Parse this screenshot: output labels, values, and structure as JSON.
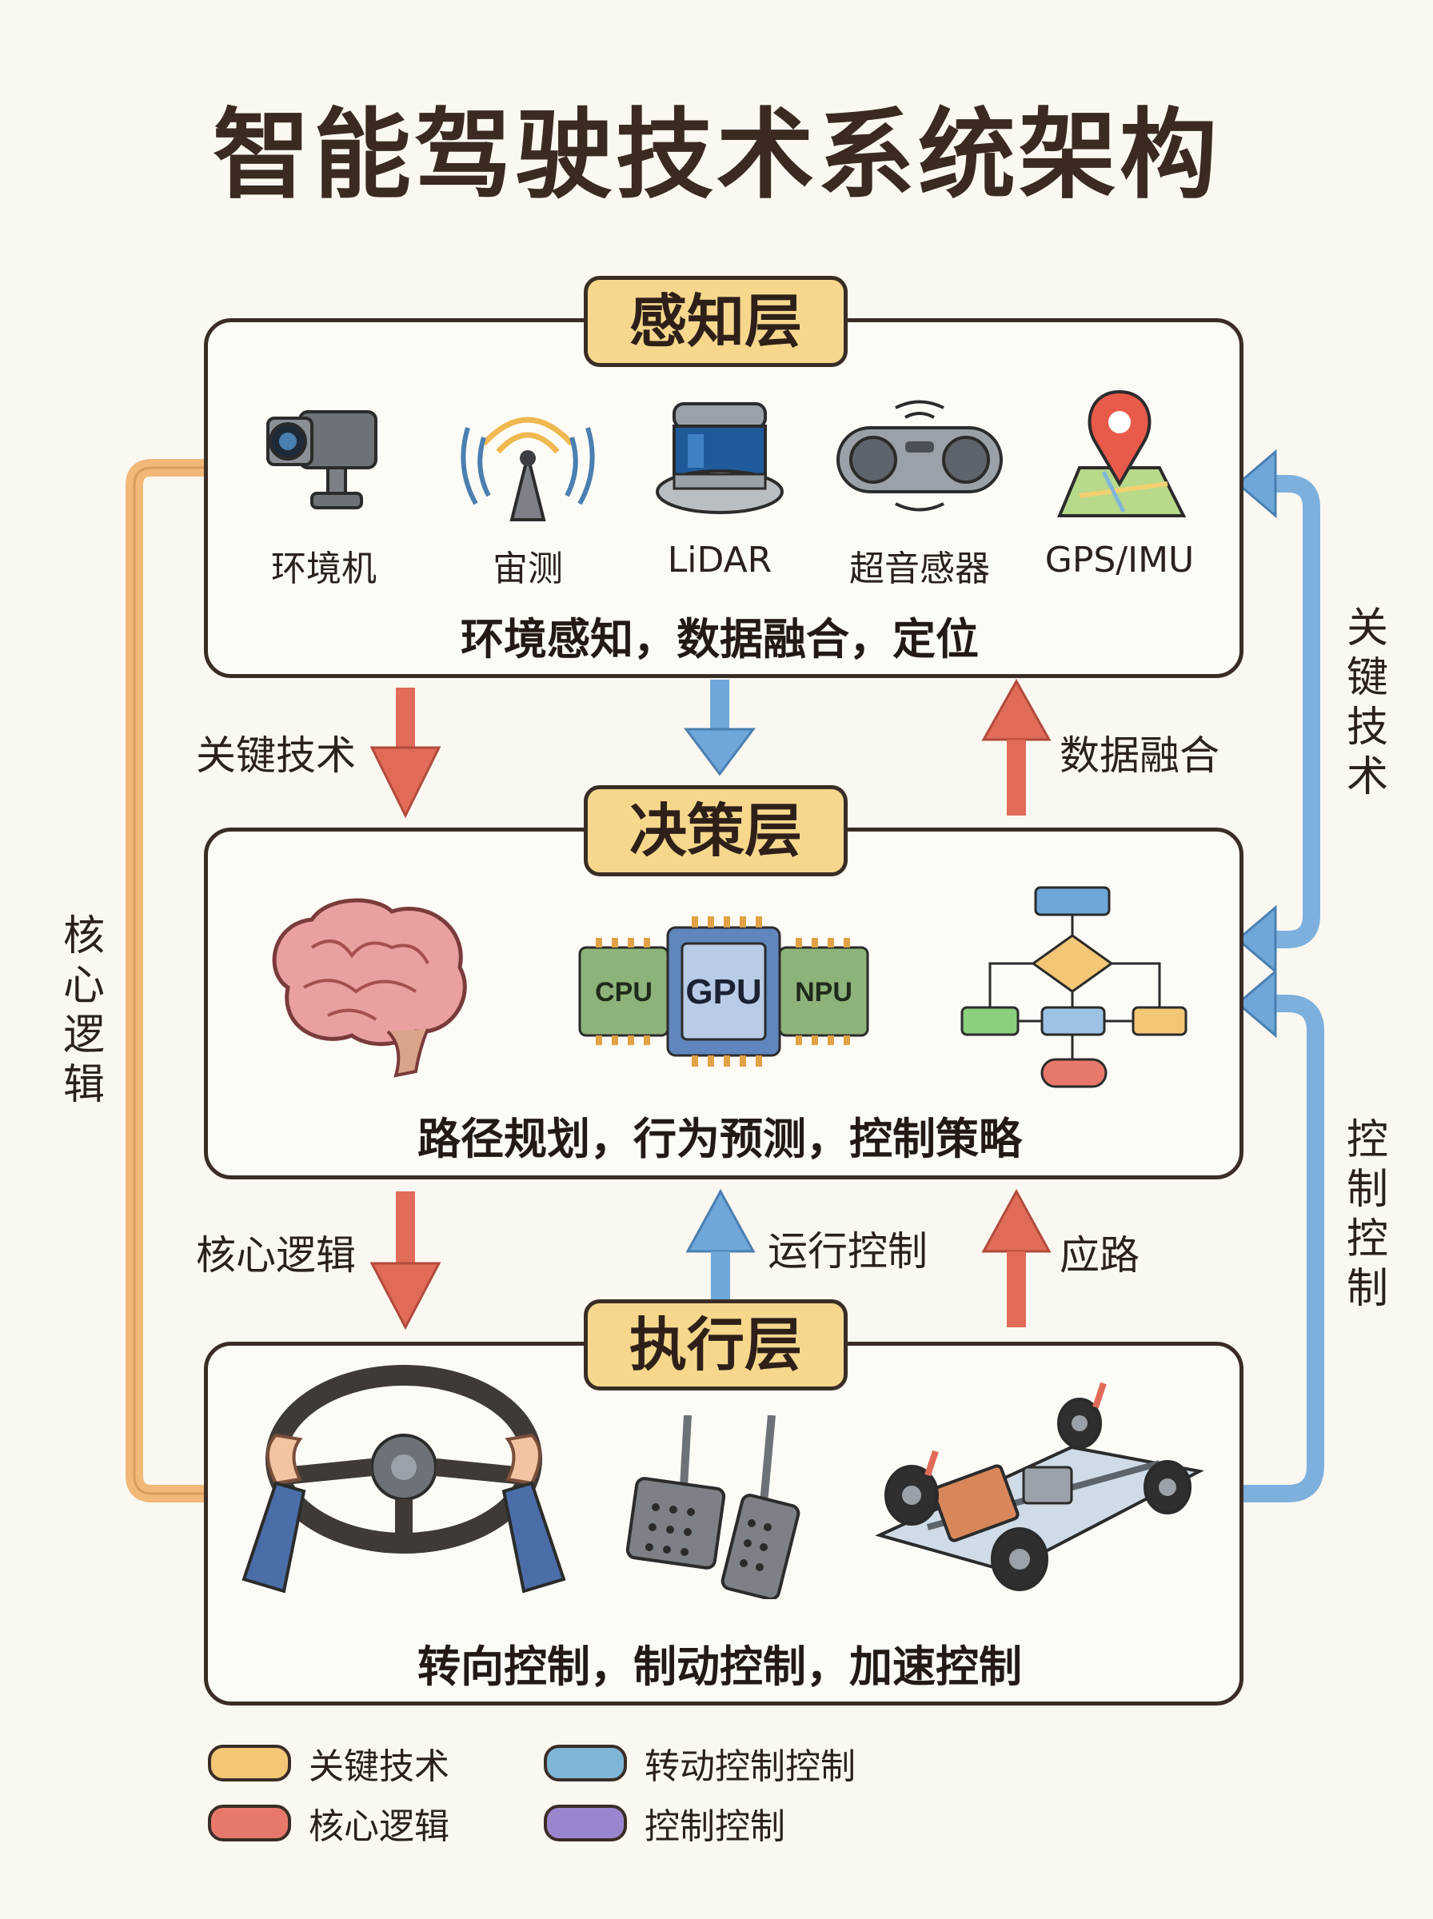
{
  "title": "智能驾驶技术系统架构",
  "layers": {
    "perception": {
      "label": "感知层",
      "items": [
        "环境机",
        "宙测",
        "LiDAR",
        "超音感器",
        "GPS/IMU"
      ],
      "summary": "环境感知，数据融合，定位"
    },
    "decision": {
      "label": "决策层",
      "chips": [
        "CPU",
        "GPU",
        "NPU"
      ],
      "summary": "路径规划，行为预测，控制策略"
    },
    "execution": {
      "label": "执行层",
      "summary": "转向控制，制动控制，加速控制"
    }
  },
  "flows": {
    "perception_to_decision_left": "关键技术",
    "decision_to_perception_right": "数据融合",
    "decision_to_execution_left": "核心逻辑",
    "execution_to_decision_mid": "运行控制",
    "execution_to_decision_right": "应路"
  },
  "side_labels": {
    "left": "核心逻辑",
    "right_top": "关键技术",
    "right_bottom": "控制控制"
  },
  "legend": [
    {
      "label": "关键技术",
      "color": "#f4c776"
    },
    {
      "label": "核心逻辑",
      "color": "#e8796a"
    },
    {
      "label": "转动控制控制",
      "color": "#7fb6d8"
    },
    {
      "label": "控制控制",
      "color": "#9a86cf"
    }
  ],
  "colors": {
    "orange": "#f0b06a",
    "red": "#e06b58",
    "blue": "#6fa7da",
    "panel_border": "#3a2d26",
    "label_fill": "#f6d78c"
  }
}
